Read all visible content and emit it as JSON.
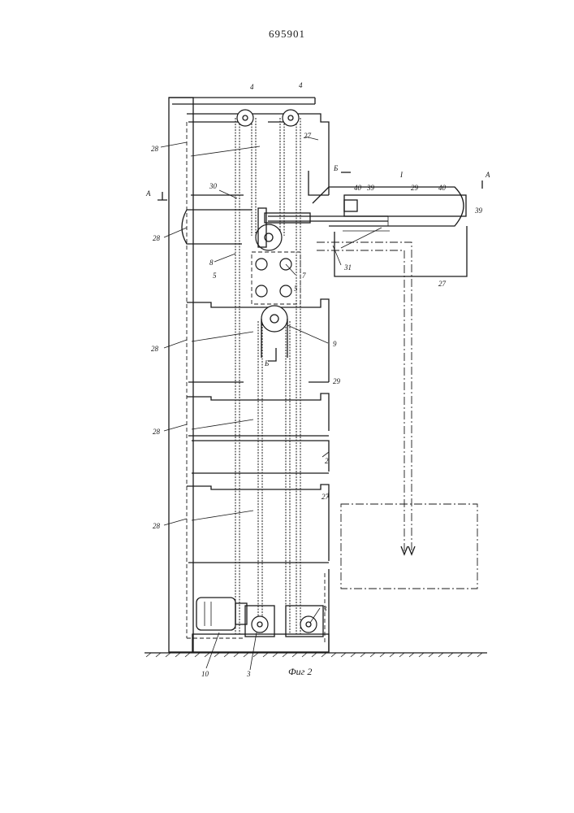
{
  "document_number": "695901",
  "figure_caption": "Фиг 2",
  "callouts": {
    "c4a": "4",
    "c4b": "4",
    "c28a": "28",
    "c27a": "27",
    "cB_top": "Б",
    "cI": "I",
    "cA_left": "А",
    "cA_right": "А",
    "c30": "30",
    "c40a": "40",
    "c39a": "39",
    "c29a": "29",
    "c40b": "40",
    "c39b": "39",
    "c28b": "28",
    "c8": "8",
    "c5a": "5",
    "c5b": "5",
    "c7": "7",
    "c31": "31",
    "c27b": "27",
    "c9": "9",
    "cB_bottom": "Б",
    "c28c": "28",
    "c29b": "29",
    "c28d": "28",
    "c2": "2",
    "c28e": "28",
    "c27c": "27",
    "c10": "10",
    "c3a": "3",
    "c3b": "3"
  }
}
